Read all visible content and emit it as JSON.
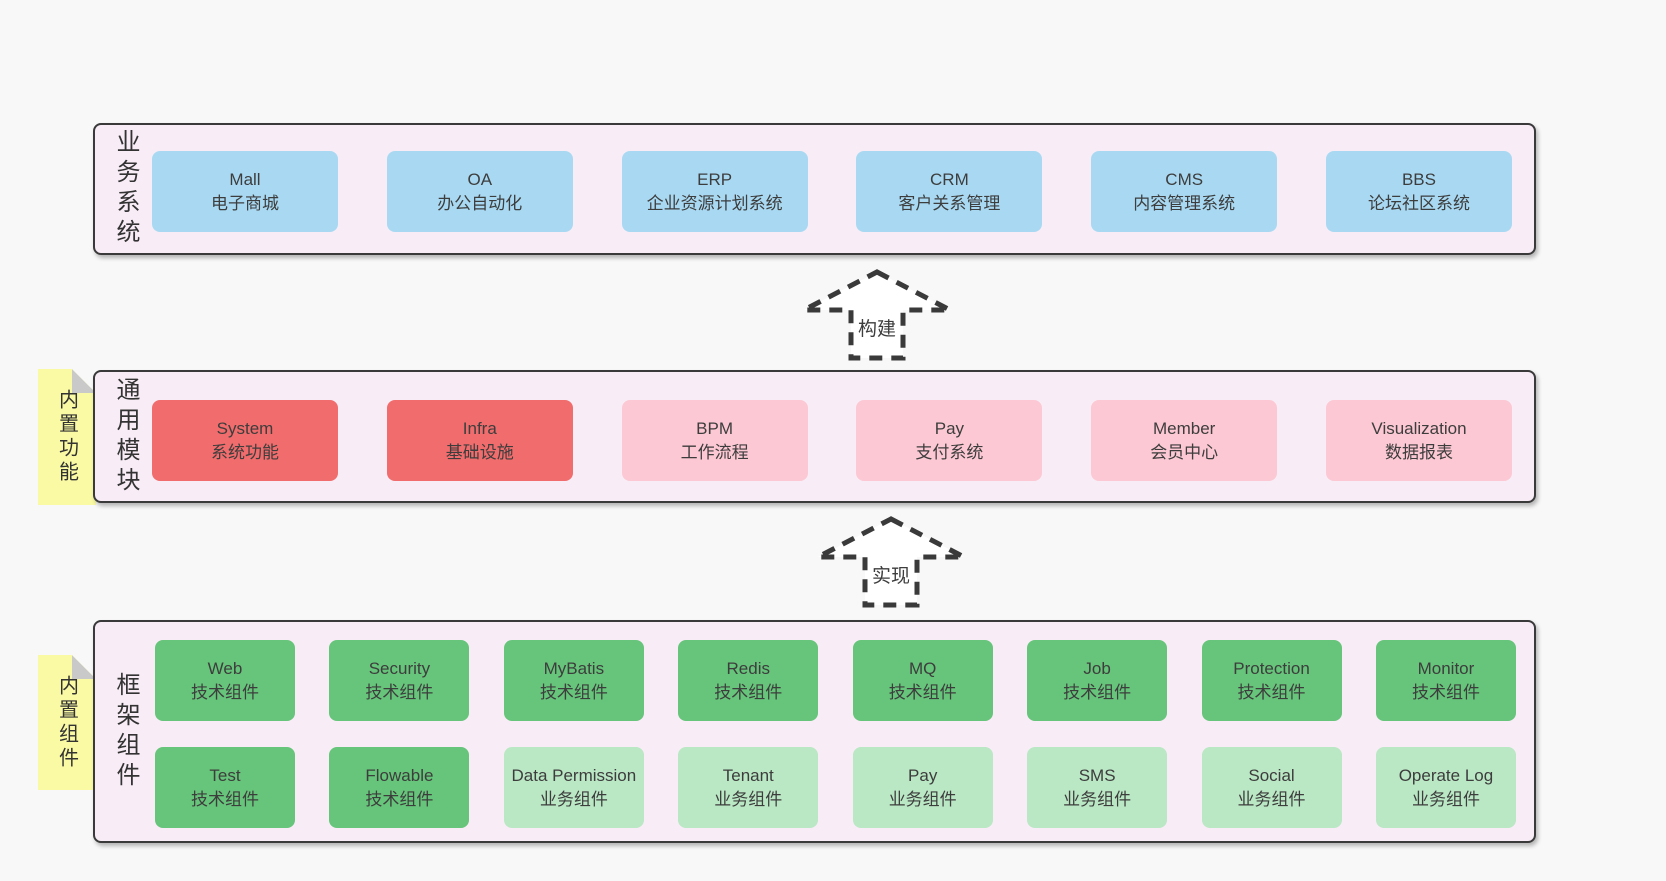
{
  "colors": {
    "page_bg": "#f8f8f8",
    "band_bg": "#f8edf6",
    "band_border": "#3a3a3a",
    "blue": "#a9d9f2",
    "red": "#f16c6c",
    "pink": "#fcc8d3",
    "green_dark": "#66c57a",
    "green_light": "#bae7c4",
    "note_yellow": "#fafaa5",
    "note_fold": "#c9c9c9",
    "text": "#3d3d3d"
  },
  "arrows": [
    {
      "id": "build",
      "label": "构建"
    },
    {
      "id": "implement",
      "label": "实现"
    }
  ],
  "bands": [
    {
      "id": "business-systems",
      "label": "业务系统",
      "rows": [
        [
          {
            "name": "Mall",
            "desc": "电子商城",
            "variant": "blue"
          },
          {
            "name": "OA",
            "desc": "办公自动化",
            "variant": "blue"
          },
          {
            "name": "ERP",
            "desc": "企业资源计划系统",
            "variant": "blue"
          },
          {
            "name": "CRM",
            "desc": "客户关系管理",
            "variant": "blue"
          },
          {
            "name": "CMS",
            "desc": "内容管理系统",
            "variant": "blue"
          },
          {
            "name": "BBS",
            "desc": "论坛社区系统",
            "variant": "blue"
          }
        ]
      ]
    },
    {
      "id": "common-modules",
      "label": "通用模块",
      "note": "内置功能",
      "rows": [
        [
          {
            "name": "System",
            "desc": "系统功能",
            "variant": "red"
          },
          {
            "name": "Infra",
            "desc": "基础设施",
            "variant": "red"
          },
          {
            "name": "BPM",
            "desc": "工作流程",
            "variant": "pink"
          },
          {
            "name": "Pay",
            "desc": "支付系统",
            "variant": "pink"
          },
          {
            "name": "Member",
            "desc": "会员中心",
            "variant": "pink"
          },
          {
            "name": "Visualization",
            "desc": "数据报表",
            "variant": "pink"
          }
        ]
      ]
    },
    {
      "id": "framework-components",
      "label": "框架组件",
      "note": "内置组件",
      "rows": [
        [
          {
            "name": "Web",
            "desc": "技术组件",
            "variant": "green-dark"
          },
          {
            "name": "Security",
            "desc": "技术组件",
            "variant": "green-dark"
          },
          {
            "name": "MyBatis",
            "desc": "技术组件",
            "variant": "green-dark"
          },
          {
            "name": "Redis",
            "desc": "技术组件",
            "variant": "green-dark"
          },
          {
            "name": "MQ",
            "desc": "技术组件",
            "variant": "green-dark"
          },
          {
            "name": "Job",
            "desc": "技术组件",
            "variant": "green-dark"
          },
          {
            "name": "Protection",
            "desc": "技术组件",
            "variant": "green-dark"
          },
          {
            "name": "Monitor",
            "desc": "技术组件",
            "variant": "green-dark"
          }
        ],
        [
          {
            "name": "Test",
            "desc": "技术组件",
            "variant": "green-dark"
          },
          {
            "name": "Flowable",
            "desc": "技术组件",
            "variant": "green-dark"
          },
          {
            "name": "Data Permission",
            "desc": "业务组件",
            "variant": "green-light"
          },
          {
            "name": "Tenant",
            "desc": "业务组件",
            "variant": "green-light"
          },
          {
            "name": "Pay",
            "desc": "业务组件",
            "variant": "green-light"
          },
          {
            "name": "SMS",
            "desc": "业务组件",
            "variant": "green-light"
          },
          {
            "name": "Social",
            "desc": "业务组件",
            "variant": "green-light"
          },
          {
            "name": "Operate Log",
            "desc": "业务组件",
            "variant": "green-light"
          }
        ]
      ]
    }
  ]
}
